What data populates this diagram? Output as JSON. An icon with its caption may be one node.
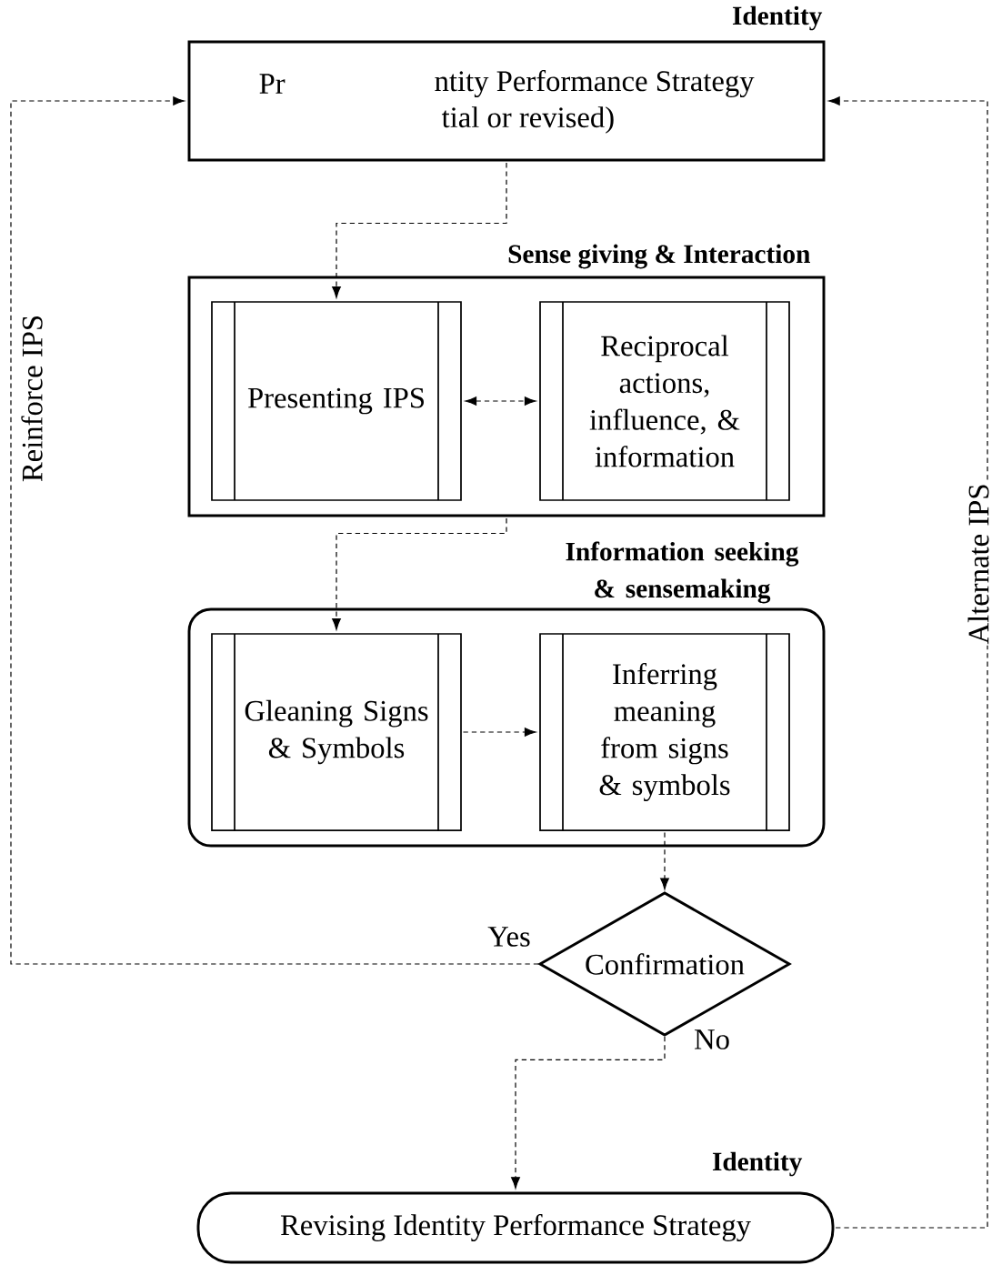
{
  "diagram": {
    "nodes": [
      {
        "text": [
          "Identity",
          "Pr",
          "ntity Performance Strategy",
          "tial or revised)"
        ]
      },
      {
        "text": [
          "Sense giving & Interaction"
        ]
      },
      {
        "text": [
          "Presenting IPS"
        ],
        "in": 1
      },
      {
        "text": [
          "Reciprocal actions, influence, & information"
        ],
        "in": 1
      },
      {
        "text": [
          "Information seeking & sensemaking"
        ]
      },
      {
        "text": [
          "Gleaning Signs & Symbols"
        ],
        "in": 4
      },
      {
        "text": [
          "Inferring meaning from signs & symbols"
        ],
        "in": 4
      },
      {
        "text": [
          "Confirmation"
        ]
      },
      {
        "text": [
          "Identity",
          "Revising Identity Performance Strategy"
        ]
      }
    ],
    "edges": [
      {
        "from": 0,
        "to": 2,
        "arrow": "to"
      },
      {
        "from": 2,
        "to": 3,
        "arrow": "both"
      },
      {
        "from": 1,
        "to": 5,
        "arrow": "to"
      },
      {
        "from": 5,
        "to": 6,
        "arrow": "to"
      },
      {
        "from": 6,
        "to": 7,
        "arrow": "to"
      },
      {
        "from": 7,
        "to": 0,
        "arrow": "to",
        "label": "Yes"
      },
      {
        "from": 7,
        "to": 8,
        "arrow": "to",
        "label": "No"
      },
      {
        "from": 8,
        "to": 0,
        "arrow": "to"
      }
    ],
    "labels": [
      "Reinforce IPS",
      "Alternate IPS"
    ]
  }
}
